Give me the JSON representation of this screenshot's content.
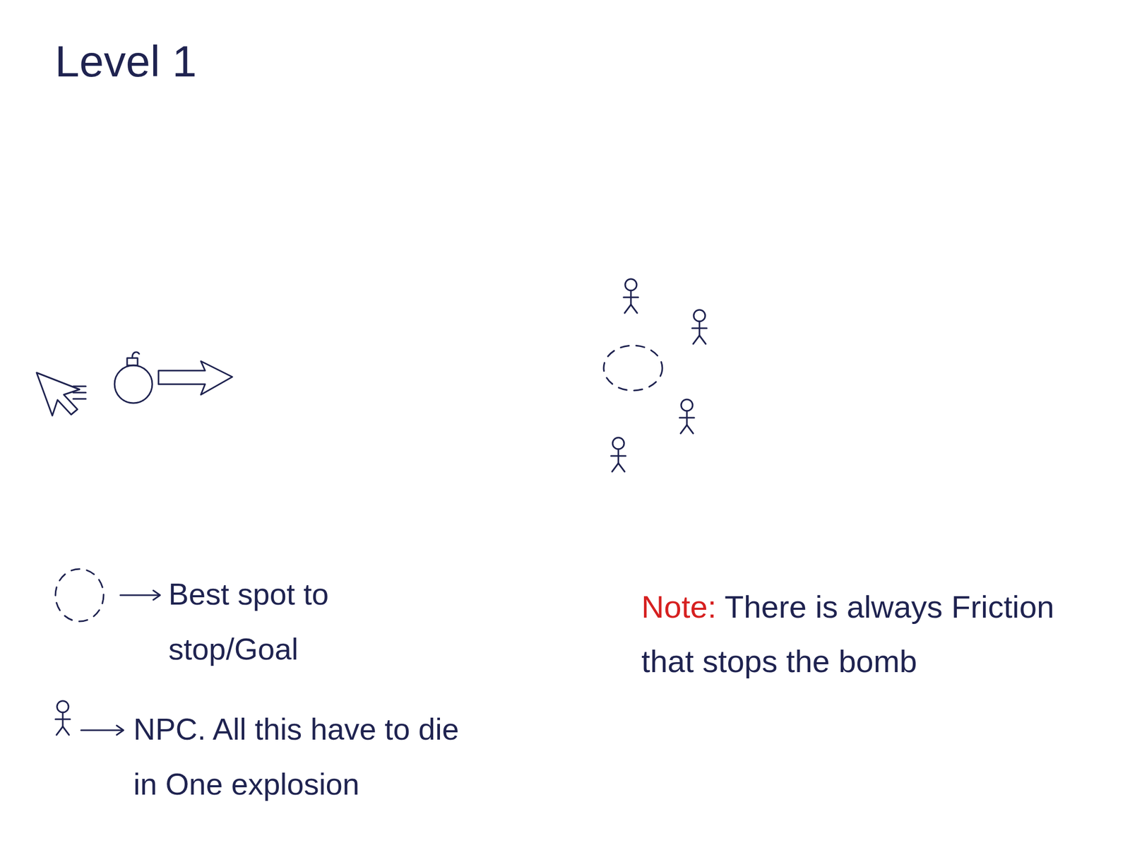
{
  "diagram": {
    "title": "Level 1",
    "labels": [
      "Note:",
      "There is always Friction that stops the bomb"
    ],
    "legend": [
      {
        "text": "Best spot to stop/Goal"
      },
      {
        "text": "NPC. All this have to die in One explosion"
      }
    ]
  }
}
